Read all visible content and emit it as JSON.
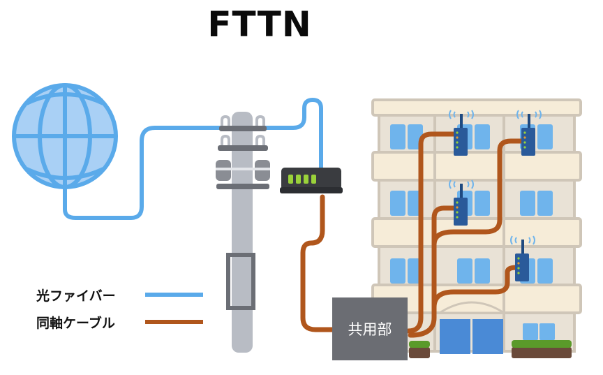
{
  "title": "FTTN",
  "legend": {
    "items": [
      {
        "label": "光ファイバー",
        "color": "#5aaaea"
      },
      {
        "label": "同軸ケーブル",
        "color": "#b0561c"
      }
    ]
  },
  "shared_area": {
    "label": "共用部"
  },
  "nodes": {
    "internet": "globe-icon",
    "pole": "utility-pole",
    "onu": "network-unit",
    "building": "apartment-building",
    "routers": 4
  },
  "colors": {
    "fiber": "#5aaaea",
    "coax": "#b0561c",
    "globe_fill": "#a9d0f5",
    "pole": "#b8bcc4",
    "pole_band": "#6b6e75",
    "box": "#6b6d73",
    "building_wall": "#f6ecd8",
    "building_frame": "#cfc6b8",
    "window": "#6fb4ec",
    "door": "#4a8ad6",
    "router": "#2a5a9a",
    "led_green": "#9ad23a",
    "hedge": "#5a9a2a",
    "planter": "#6a4a3a"
  }
}
